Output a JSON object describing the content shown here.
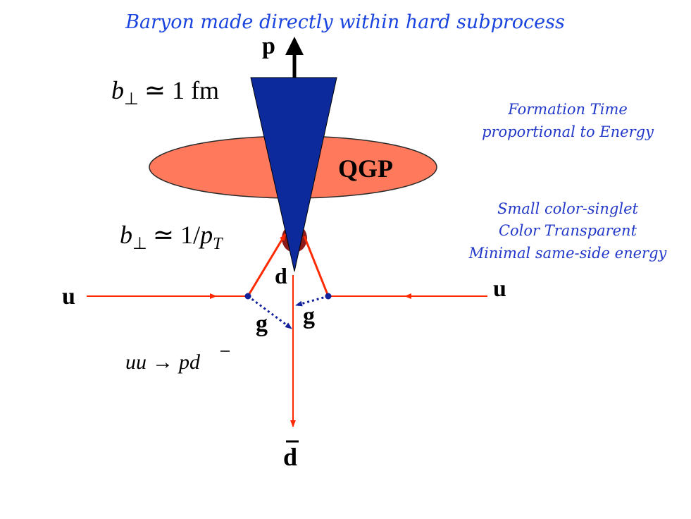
{
  "title": "Baryon made directly within hard subprocess",
  "notes": {
    "formation": [
      "Formation Time",
      "proportional to Energy"
    ],
    "singlet": [
      "Small color-singlet",
      "Color Transparent",
      "Minimal same-side energy"
    ]
  },
  "labels": {
    "proton": "p",
    "qgp": "QGP",
    "d_quark": "d",
    "dbar_quark": "d",
    "u_left": "u",
    "u_right": "u",
    "gluon_left": "g",
    "gluon_right": "g"
  },
  "math": {
    "b_perp_1": {
      "b": "b",
      "sub": "⊥",
      "rel": "≃ 1 fm"
    },
    "b_perp_2": {
      "b": "b",
      "sub": "⊥",
      "rel": "≃ 1/",
      "p": "p",
      "psub": "T"
    },
    "process": {
      "lhs": "uu",
      "arrow": "→",
      "p": "p",
      "d": "d"
    }
  },
  "colors": {
    "title": "#1a44e0",
    "notes": "#2238c9",
    "qgp_fill": "#ff7a5c",
    "cone": "#0c2a9c",
    "quark_line": "#ff2a00",
    "gluon": "#13219a"
  }
}
